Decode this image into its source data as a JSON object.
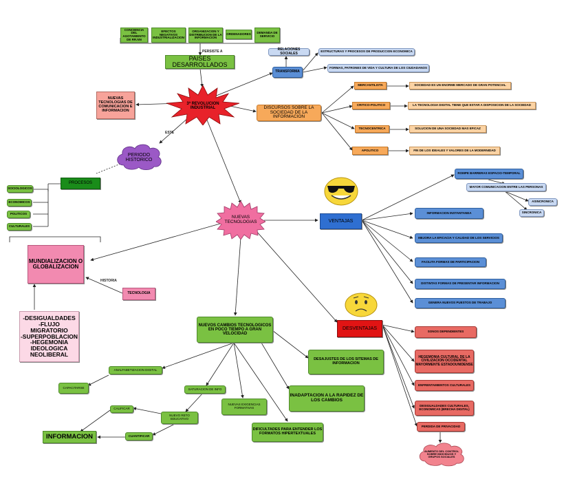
{
  "nodes": {
    "conciencia": "CONCIENCIA DEL AGOTAMIENTO DE RR.NN",
    "efectos": "EFECTOS NEGATIVOS INDUSTRIALIZACION",
    "organizacion": "ORGANIZACION Y DISTRIBUCION DE LA INFORMACION",
    "ordenadores": "ORDENADORES",
    "demanda": "DEMANDA DE SERVICIO",
    "paises": "PAISES DESARROLLADOS",
    "revolucion": "3ª REVOLUCION INDUSTRIAL",
    "nuevas_tec_com": "NUEVAS TECNOLOGIAS DE COMUNICACION E INFORMACION",
    "relaciones": "RELACIONES SOCIALES",
    "transforma": "TRANSFORMA",
    "estructuras": "ESTRUCTURAS Y PROCESOS DE PRODUCCION ECONOMICA",
    "formas": "FORMAS, PATRONES DE VIDA Y CULTURA DE LOS CIUDADANOS",
    "discursos": "DISCURSOS SOBRE LA SOCIEDAD DE LA INFORMACION",
    "mercantilista": "MERCANTILISTA",
    "critico": "CRITICO-POLITICO",
    "tecnocentrica": "TECNOCENTRICA",
    "apolitico": "APOLITICO",
    "mercado": "SOCIEDAD ES UN ENORME MERCADO DE GRAN POTENCIAL",
    "brecha_tec": "LA TECNOLOGIA DIGITAL TIENE QUE ESTAR A DISPOSICION DE LA SOCIEDAD",
    "solucion": "SOLUCION DE UNA SOCIEDAD MAS EFICAZ",
    "fin": "FIN DE LOS IDEALES Y VALORES DE LA MODERNIDAD",
    "periodo": "PERIODO HISTORICO",
    "procesos": "PROCESOS",
    "sociologicos": "SOCIOLOGICOS",
    "economicos": "ECONOMICOS",
    "politicos": "POLITICOS",
    "culturales": "CULTURALES",
    "nuevas_tec": "NUEVAS TECNOLOGIAS",
    "mundializacion": "MUNDIALIZACION O GLOBALIZACION",
    "tecnologia": "TECNOLOGIA",
    "desigualdades": "-DESIGUALDADES\n-FLUJO MIGRATORIO\n-SUPERPOBLACION\n-HEGEMONIA IDEOLOGICA NEOLIBERAL",
    "ventajas": "VENTAJAS",
    "rompe": "ROMPE BARRERAS ESPACIO-TEMPORAL",
    "mayor_com": "MAYOR COMUNICACION ENTRE LAS PERSONAS",
    "asincronica": "ASINCRONICA",
    "sincronica": "SINCRONICA",
    "instantanea": "INFORMACION INSTANTANEA",
    "eficacia": "MEJORA LA EFICACIA Y CALIDAD DE LOS SERVICIOS",
    "participacion": "FACILITA FORMAS DE PARTICIPACION",
    "presentar": "DISTINTAS FORMAS DE PRESENTAR INFORMACION",
    "empleo": "GENERA NUEVOS PUESTOS DE TRABAJO",
    "desventajas": "DESVENTAJAS",
    "sonos": "SONOS DEPENDIENTES",
    "hegemonia": "HEGEMONIA CULTURAL DE LA CIVILIZACION OCCIDENTAL MAYORMENTE ESTADOUNIDENSE",
    "enfrentamientos": "ENFRENTAMIENTOS CULTURALES",
    "des_culturales": "DESIGUALDADES CULTURALES, ECONOMICAS (BRECHA DIGITAL)",
    "privacidad": "PERDIDA DE PRIVACIDAD",
    "aumento": "AUMENTO DEL CONTROL SOBRE INDIVIDUOS Y GRUPOS SOCIALES",
    "cambios": "NUEVOS CAMBIOS TECNOLOGICOS EN POCO TIEMPO A GRAN VELOCIDAD",
    "desajustes": "DESAJUSTES DE LOS SITEMAS DE INFORMACION",
    "inadaptacion": "INADAPTACION A LA RAPIDEZ DE LOS CAMBIOS",
    "dificultades": "DIFICULTADES PARA ENTENDER LOS FORMATOS HIPERTEXTUALES",
    "exigencias": "NUEVAS EXIGENCIAS FORMATIVAS",
    "saturacion": "SATURACION DE INFO",
    "reto": "NUEVO RETO EDUCATIVO",
    "alfabetizacion": "ANALFABETIZACION DIGITAL",
    "capacitarse": "CAPACITARSE",
    "calificar": "CALIFICAR",
    "cuantificar": "CUANTIFICAR",
    "informacion": "INFORMACION"
  },
  "links": {
    "persiste": "PERSISTE A",
    "este": "ESTE",
    "historia": "HISTORIA"
  },
  "colors": {
    "green": "#7ac142",
    "orange": "#f7a95a",
    "blue": "#5b8fd6",
    "red": "#e11414",
    "pink": "#f28ab0"
  },
  "icons": {
    "happy": "sunglasses-smiley-icon",
    "worried": "worried-smiley-icon"
  }
}
